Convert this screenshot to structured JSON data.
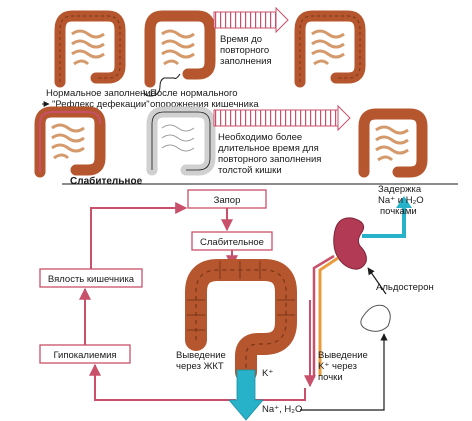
{
  "top": {
    "normal_fill": "Нормальное заполнение",
    "reflex": "\"Рефлекс  дефекации\"",
    "after_normal_1": "После нормального",
    "after_normal_2": "опорожнения кишечника",
    "time_1": "Время до",
    "time_2": "повторного",
    "time_3": "заполнения",
    "longer_1": "Необходимо более",
    "longer_2": "длительное время для",
    "longer_3": "повторного заполнения",
    "longer_4": "толстой кишки",
    "laxative_bold": "Слабительное"
  },
  "cycle": {
    "constipation": "Запор",
    "laxative": "Слабительное",
    "sluggish": "Вялость кишечника",
    "hypokalemia": "Гипокалиемия"
  },
  "labels": {
    "gi_excretion_1": "Выведение",
    "gi_excretion_2": "через ЖКТ",
    "k_plus": "K⁺",
    "na_h2o": "Na⁺, H₂O",
    "kidney_excretion_1": "Выведение",
    "kidney_excretion_2": "K⁺ через",
    "kidney_excretion_3": "почки",
    "retention_1": "Задержка",
    "retention_2": "Na⁺ и H₂O",
    "retention_3": "почками",
    "aldosterone": "Альдостерон"
  },
  "colors": {
    "arrow_red": "#c8506a",
    "colon_brown": "#b5562e",
    "colon_dark": "#7a3518",
    "cyan": "#27b2c9",
    "kidney": "#b23a55",
    "orange": "#e89a3c"
  }
}
